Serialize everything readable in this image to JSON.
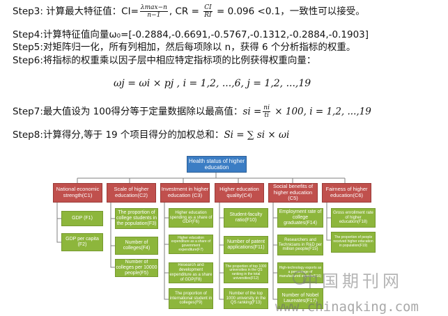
{
  "text": {
    "step3_label": "Step3:",
    "step3_text": " 计算最大特征值：CI=",
    "step3_ci_num": "λmax−n",
    "step3_ci_den": "n−1",
    "step3_mid": ",   CR = ",
    "step3_cr_num": "CI",
    "step3_cr_den": "RI",
    "step3_end": " = 0.096 <0.1，一致性可以接受。",
    "step4": "Step4:计算特征值向量ω₀=[-0.2884,-0.6691,-0.5767,-0.1312,-0.2884,-0.1903]",
    "step5": "Step5:对矩阵归一化，所有列相加，然后每项除以 n，获得 6 个分析指标的权重。",
    "step6": "Step6:将指标的权重乘以因子层中相应特定指标项的比例获得权重向量：",
    "eq6": "ωj = ωi × pj , i = 1,2, ...,6, j = 1,2, ...,19",
    "step7_text": "Step7:最大值设为 100得分等于定量数据除以最高值：",
    "step7_si": "si =",
    "step7_num": "ni",
    "step7_den": "ti",
    "step7_end": " × 100, i = 1,2, ...,19",
    "step8_text": "Step8:计算得分,等于 19 个项目得分的加权总和：",
    "step8_formula": "Si = ∑ si × ωi"
  },
  "diagram": {
    "root": "Health status of higher education",
    "criteria": [
      "National economic strength(C1)",
      "Scale of higher education(C2)",
      "Investment in higher education (C3)",
      "Higher education quality(C4)",
      "Social benefits of higher education (C5)",
      "Fairness of higher education(C6)"
    ],
    "indicators": [
      [
        "GDP (F1)",
        "GDP per capita (F2)"
      ],
      [
        "The proportion of college students in the population(F3)",
        "Number of colleges(F4)",
        "Number of colleges per 10000 people(F5)"
      ],
      [
        "Higher education spending as a share of GDP(F6)",
        "Higher education expenditure as a share of government expenditure(F7)",
        "Research and development expenditure as a share of GDP(F8)",
        "The proportion of international student in colleges(F9)"
      ],
      [
        "Student-faculty ratio(F10)",
        "Number of patent applications(F11)",
        "The proportion of top 1000 universities in the QS ranking in the total universities(F12)",
        "Number of the top 1000 university in the QS ranking(F13)"
      ],
      [
        "Employment rate of college graduates(F14)",
        "Researchers and Technicians in R&D per million people(F15)",
        "High-technology exports as a percentage of manufactured exports(F16)",
        "Number of Nobel Laureates(F17)"
      ],
      [
        "Gross enrollment rate of higher education(F18)",
        "The proportion of people received higher education in population(F19)"
      ]
    ]
  },
  "watermark": {
    "cn": "中国期刊网",
    "url": "www.chinaqking.com"
  },
  "colors": {
    "root": "#3b7dc4",
    "criteria": "#c0504d",
    "indicators": "#8db63c",
    "connector": "#7f7f7f"
  }
}
